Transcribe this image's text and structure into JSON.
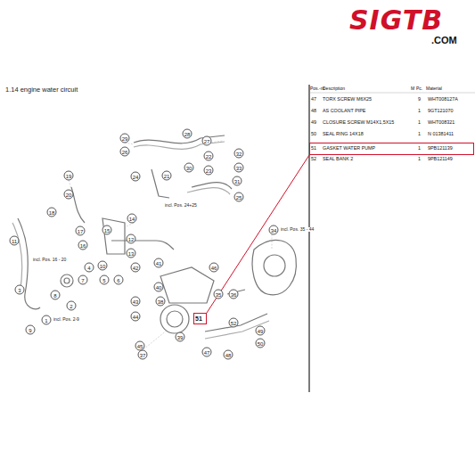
{
  "diagram": {
    "title": "1.14  engine water circuit",
    "nodes": [
      {
        "text": [
          "51"
        ]
      },
      {
        "text": [
          "51",
          "GASKET WATER PUMP",
          "1",
          "9PB121139"
        ]
      }
    ],
    "edges": [
      {
        "from": 0,
        "to": 1,
        "arrow": "none"
      }
    ],
    "labels": [
      "SIGTB",
      ".COM",
      "Pos.-nr.",
      "Description",
      "M",
      "Pc.",
      "Material",
      "47",
      "TORX SCREW M6X25",
      "9",
      "WHT008127A",
      "48",
      "AS COOLANT PIPE",
      "1",
      "9GT121070",
      "49",
      "CLOSURE SCREW M14X1,5X15",
      "1",
      "WHT008321",
      "50",
      "SEAL RING 14X18",
      "1",
      "N 01381411",
      "52",
      "SEAL BANK 2",
      "1",
      "9PB121149",
      "29",
      "26",
      "28",
      "27",
      "32",
      "33",
      "22",
      "23",
      "24",
      "21",
      "30",
      "31",
      "25",
      "incl. Pos. 24+25",
      "19",
      "20",
      "18",
      "17",
      "16",
      "incl. Pos. 16 - 20",
      "11",
      "14",
      "15",
      "12",
      "13",
      "10",
      "4",
      "7",
      "5",
      "6",
      "3",
      "8",
      "2",
      "1",
      "incl. Pos. 2-9",
      "9",
      "41",
      "40",
      "42",
      "43",
      "44",
      "45",
      "38",
      "39",
      "37",
      "46",
      "35",
      "36",
      "34",
      "incl. Pos. 35 - 44",
      "47",
      "48",
      "49",
      "50",
      "52"
    ]
  }
}
